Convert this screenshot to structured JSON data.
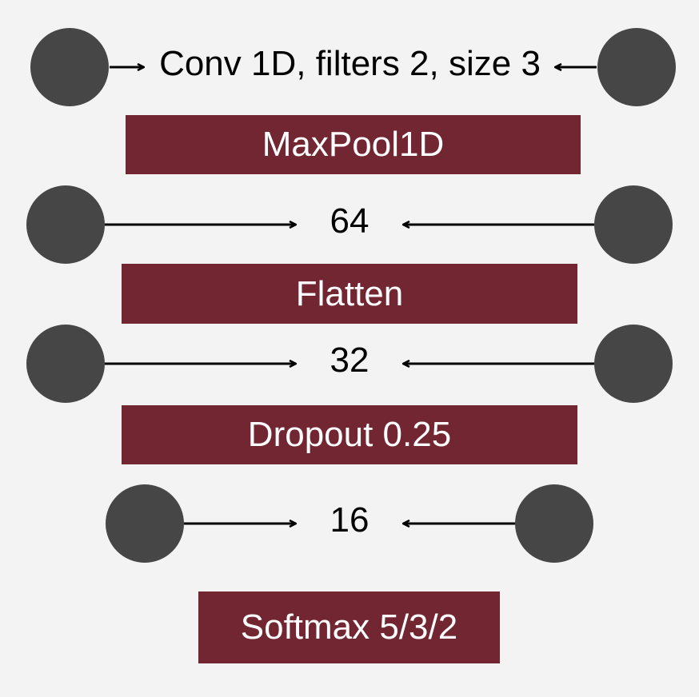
{
  "rows": [
    {
      "label": "Conv 1D, filters 2, size 3"
    },
    {
      "label": "64"
    },
    {
      "label": "32"
    },
    {
      "label": "16"
    }
  ],
  "layers": [
    {
      "label": "MaxPool1D"
    },
    {
      "label": "Flatten"
    },
    {
      "label": "Dropout 0.25"
    },
    {
      "label": "Softmax 5/3/2"
    }
  ],
  "colors": {
    "node": "#464646",
    "layer_fill": "#722632",
    "layer_text": "#ffffff",
    "background": "#f3f3f3"
  }
}
